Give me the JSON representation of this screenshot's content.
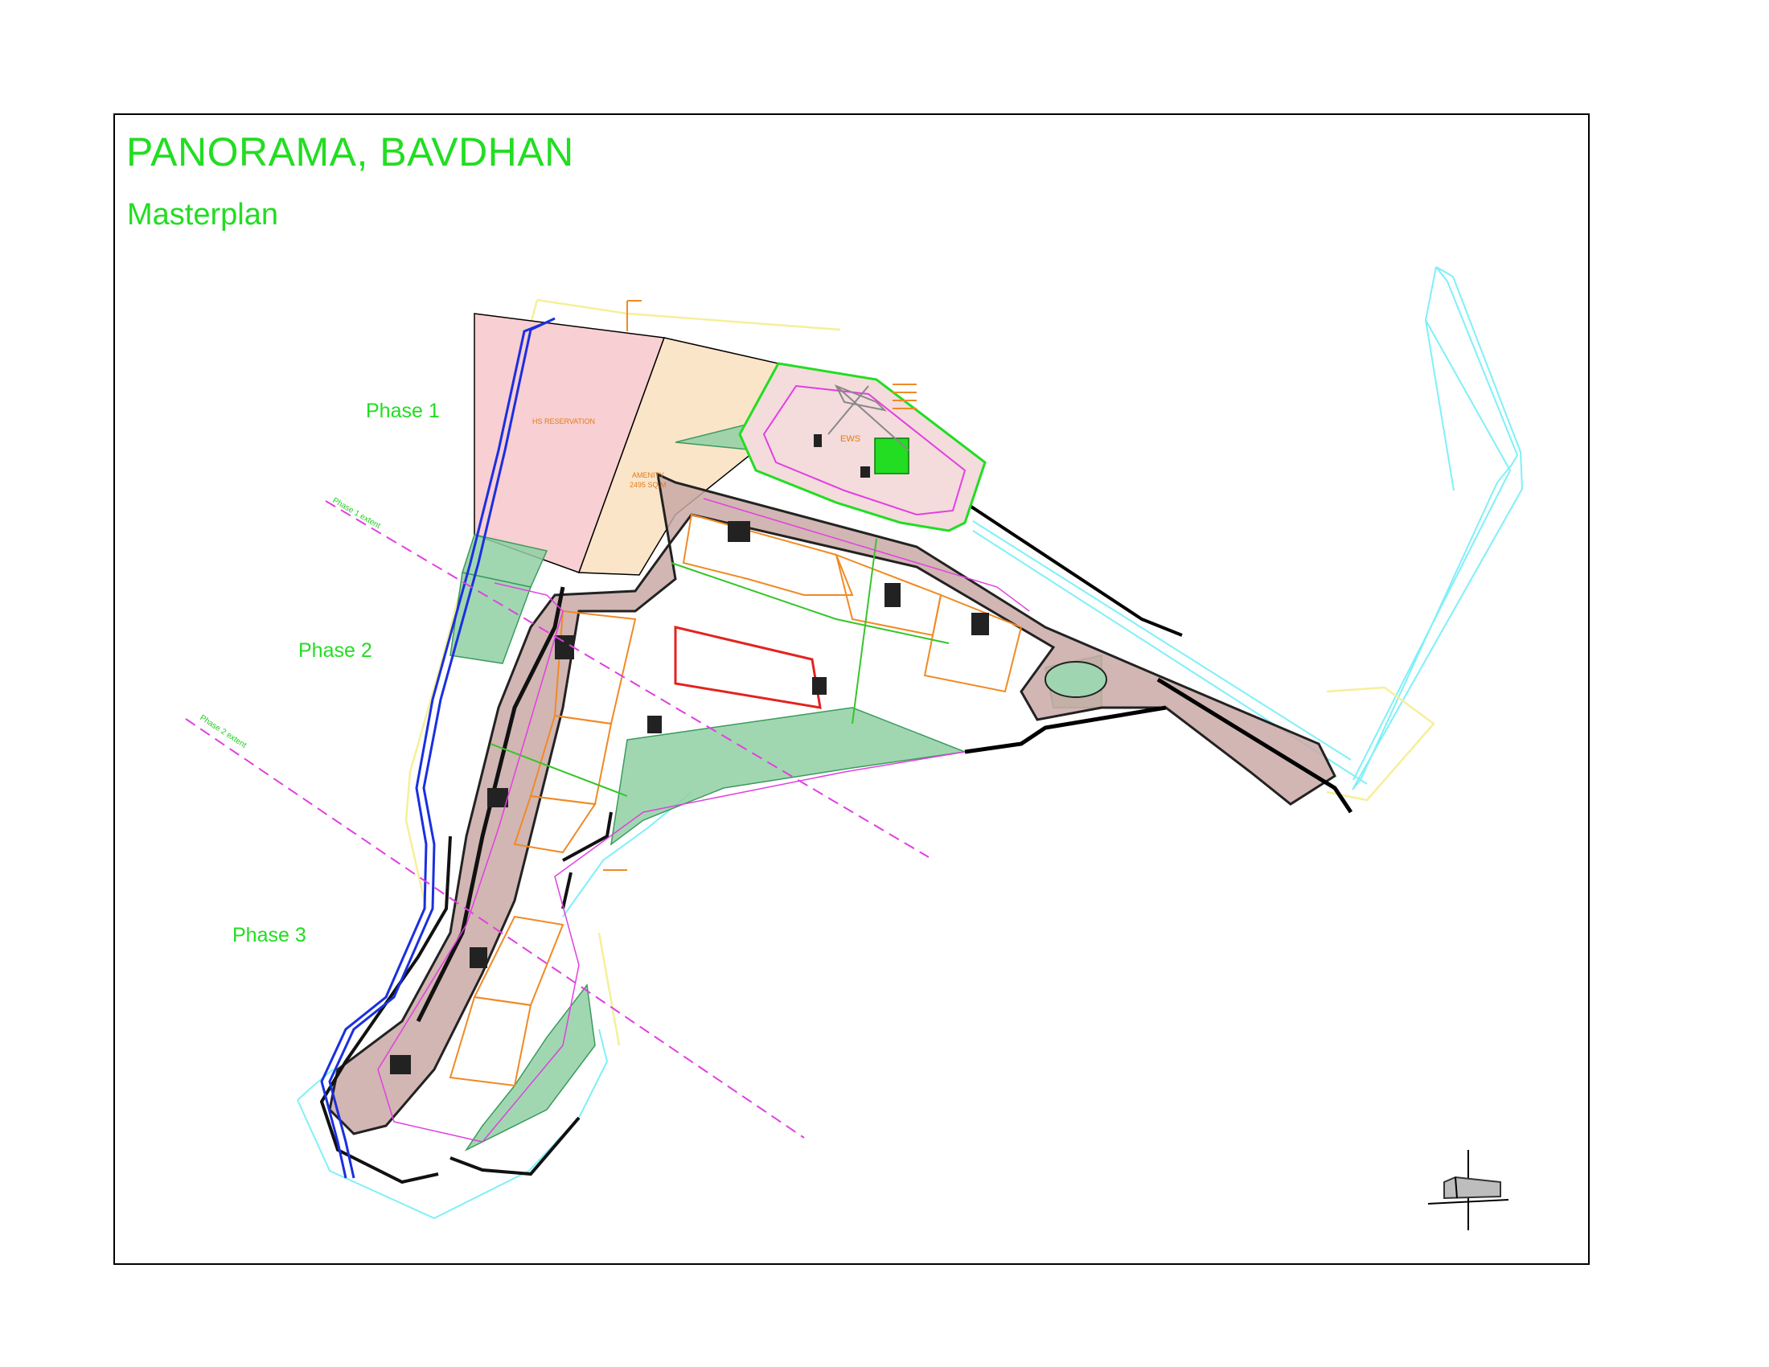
{
  "sheet": {
    "title": "PANORAMA, BAVDHAN",
    "subtitle": "Masterplan"
  },
  "phases": {
    "phase1": "Phase 1",
    "phase2": "Phase 2",
    "phase3": "Phase 3"
  },
  "extents": {
    "phase1": "Phase 1 extent",
    "phase2": "Phase 2 extent"
  },
  "zones": {
    "reservation": "HS RESERVATION",
    "amenity": "AMENITY",
    "amenity_area": "2495 SQ.M",
    "ews": "EWS"
  },
  "colors": {
    "heading": "#22dd22",
    "reservation_fill": "#f8cfd2",
    "amenity_fill": "#fbe5c8",
    "green_zone": "#8fd0a3",
    "road_fill": "#c9a9a6",
    "boundary_cyan": "#7ff0f8",
    "boundary_yellow": "#f6ef9a",
    "extent_line": "#e040e0",
    "structure_orange": "#f08a24"
  }
}
